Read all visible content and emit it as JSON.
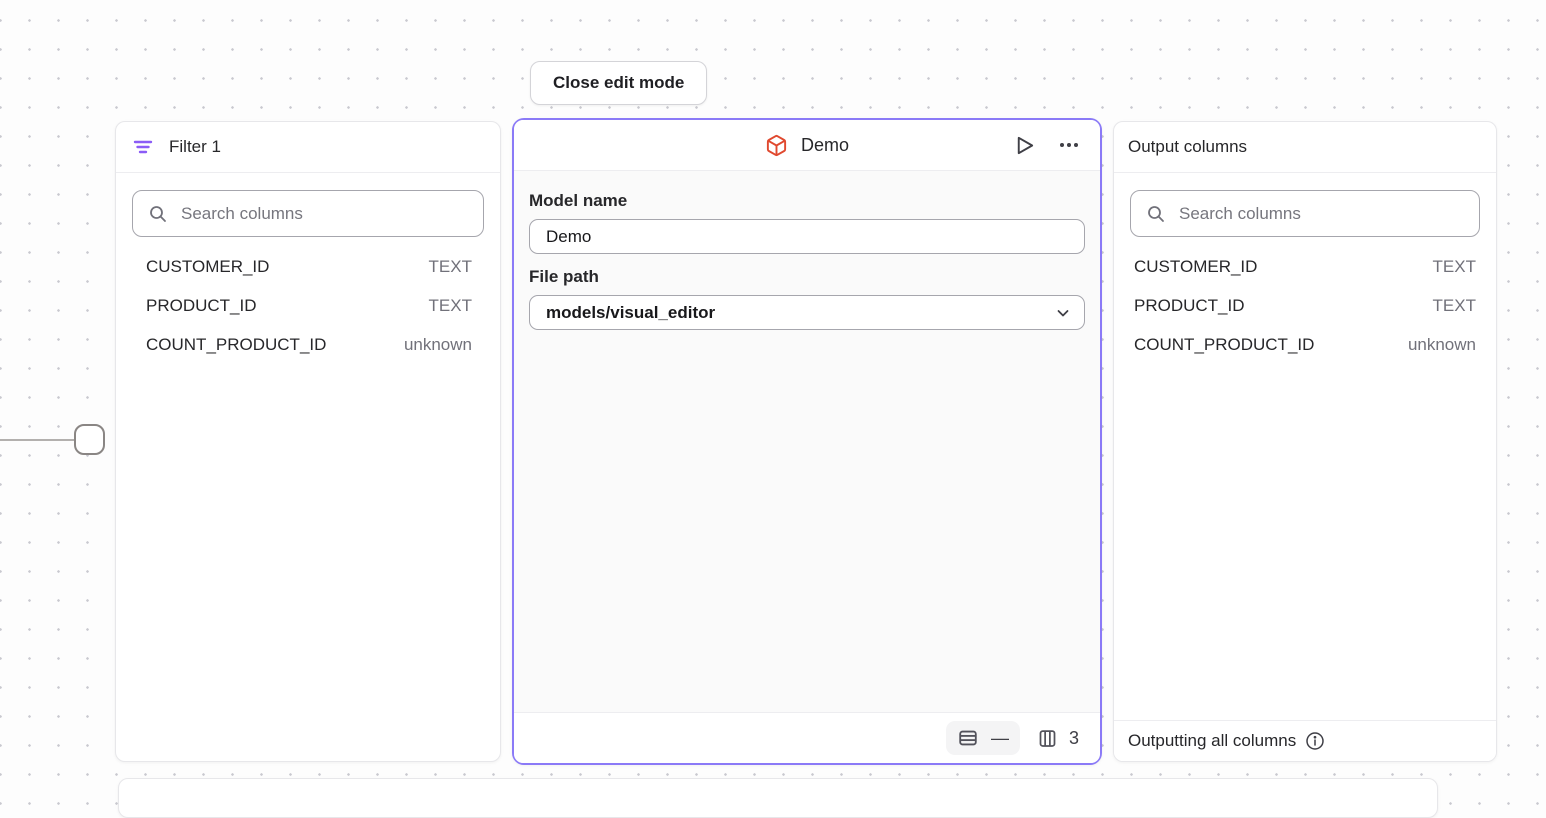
{
  "toolbar": {
    "close_button_label": "Close edit mode"
  },
  "colors": {
    "accent_purple": "#8b7af7",
    "filter_icon_purple": "#8b5cf6",
    "model_icon_orange": "#e0492f"
  },
  "filter_panel": {
    "title": "Filter 1",
    "search_placeholder": "Search columns",
    "columns": [
      {
        "name": "CUSTOMER_ID",
        "type": "TEXT"
      },
      {
        "name": "PRODUCT_ID",
        "type": "TEXT"
      },
      {
        "name": "COUNT_PRODUCT_ID",
        "type": "unknown"
      }
    ]
  },
  "model_panel": {
    "title": "Demo",
    "model_name_label": "Model name",
    "model_name_value": "Demo",
    "file_path_label": "File path",
    "file_path_value": "models/visual_editor",
    "row_count": "—",
    "column_count": "3"
  },
  "output_panel": {
    "title": "Output columns",
    "search_placeholder": "Search columns",
    "columns": [
      {
        "name": "CUSTOMER_ID",
        "type": "TEXT"
      },
      {
        "name": "PRODUCT_ID",
        "type": "TEXT"
      },
      {
        "name": "COUNT_PRODUCT_ID",
        "type": "unknown"
      }
    ],
    "footer_text": "Outputting all columns"
  }
}
